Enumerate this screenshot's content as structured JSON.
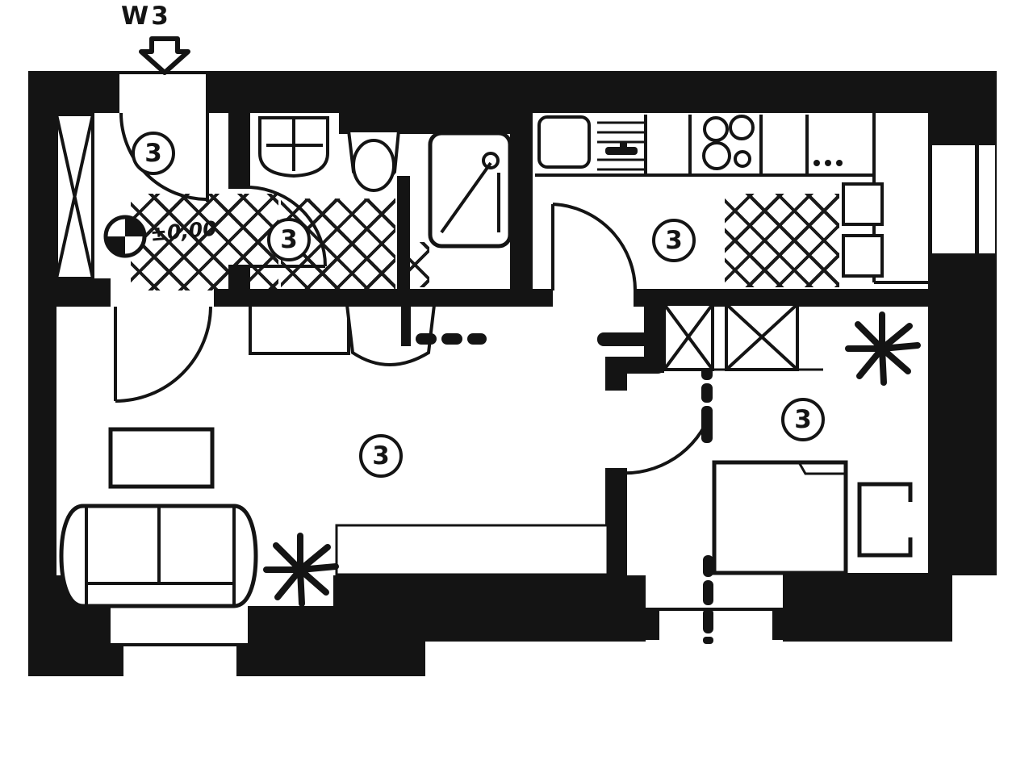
{
  "plan": {
    "unit_label": "W3",
    "level_label": "±0,00",
    "rooms": [
      {
        "id": "entry-hall",
        "number": "3"
      },
      {
        "id": "bathroom",
        "number": "3"
      },
      {
        "id": "kitchen",
        "number": "3"
      },
      {
        "id": "living-room",
        "number": "3"
      },
      {
        "id": "bedroom",
        "number": "3"
      }
    ],
    "colors": {
      "ink": "#141414",
      "paper": "#ffffff"
    }
  }
}
